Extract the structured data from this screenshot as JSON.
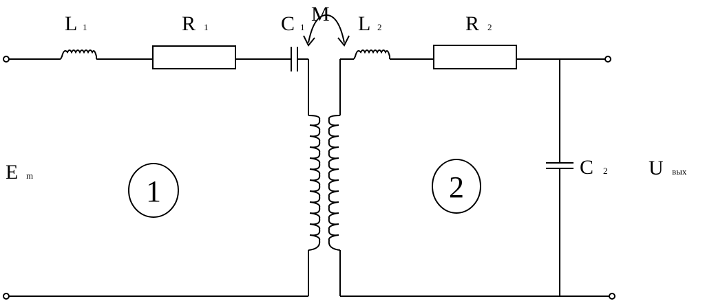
{
  "labels": {
    "L1": {
      "main": "L",
      "sub": "1"
    },
    "R1": {
      "main": "R",
      "sub": "1"
    },
    "C1": {
      "main": "C",
      "sub": "1"
    },
    "M": {
      "main": "M"
    },
    "L2": {
      "main": "L",
      "sub": "2"
    },
    "R2": {
      "main": "R",
      "sub": "2"
    },
    "C2": {
      "main": "C",
      "sub": "2"
    },
    "Em": {
      "main": "E",
      "sub": "m"
    },
    "Uout": {
      "main": "U",
      "sub": "вых"
    }
  },
  "loops": {
    "loop1": "1",
    "loop2": "2"
  }
}
